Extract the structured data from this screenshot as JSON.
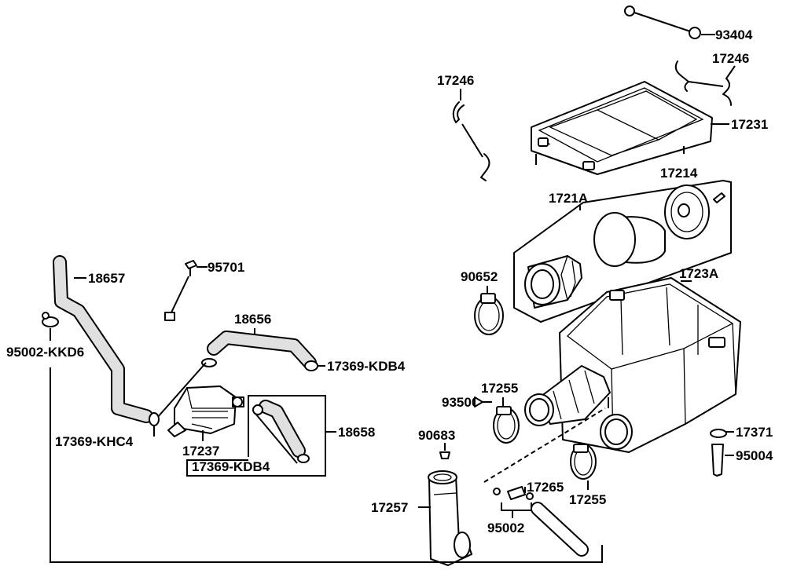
{
  "labels": {
    "p93404": "93404",
    "p17246_right": "17246",
    "p17246_left": "17246",
    "p17231": "17231",
    "p17214": "17214",
    "p1721A": "1721A",
    "p90652": "90652",
    "p1723A": "1723A",
    "p18657": "18657",
    "p95701": "95701",
    "p18656": "18656",
    "p95002_KKD6": "95002-KKD6",
    "p17369_KDB4_upper": "17369-KDB4",
    "p93500": "93500",
    "p17255_upper": "17255",
    "p18658": "18658",
    "p17369_KHC4": "17369-KHC4",
    "p90683": "90683",
    "p17237": "17237",
    "p17369_KDB4_lower": "17369-KDB4",
    "p17371": "17371",
    "p95004": "95004",
    "p17265": "17265",
    "p17257": "17257",
    "p17255_lower": "17255",
    "p95002": "95002"
  }
}
